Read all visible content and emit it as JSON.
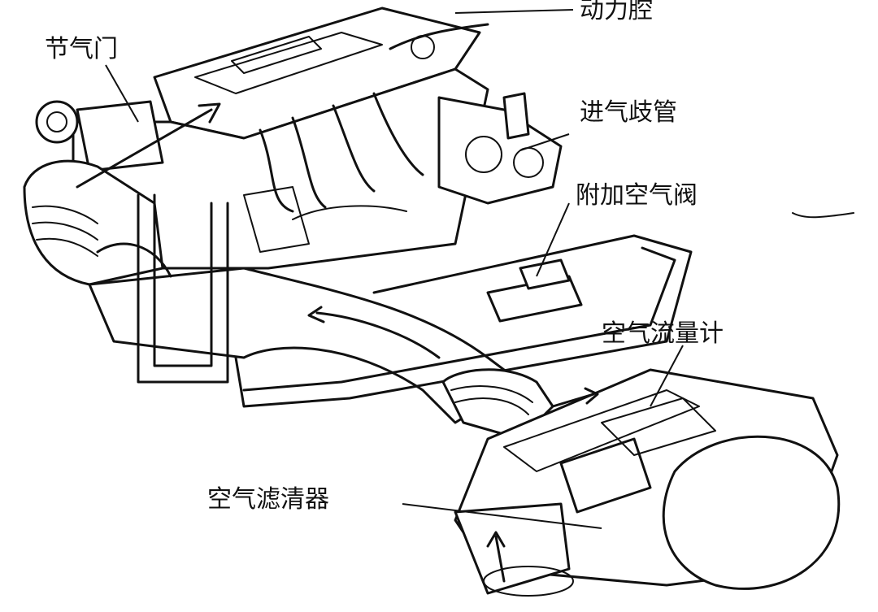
{
  "labels": {
    "plenum": "动力腔",
    "throttle": "节气门",
    "intake_manifold": "进气歧管",
    "aux_air_valve": "附加空气阀",
    "air_flow_meter": "空气流量计",
    "air_cleaner": "空气滤清器"
  },
  "colors": {
    "ink": "#111111",
    "paper": "#ffffff"
  }
}
